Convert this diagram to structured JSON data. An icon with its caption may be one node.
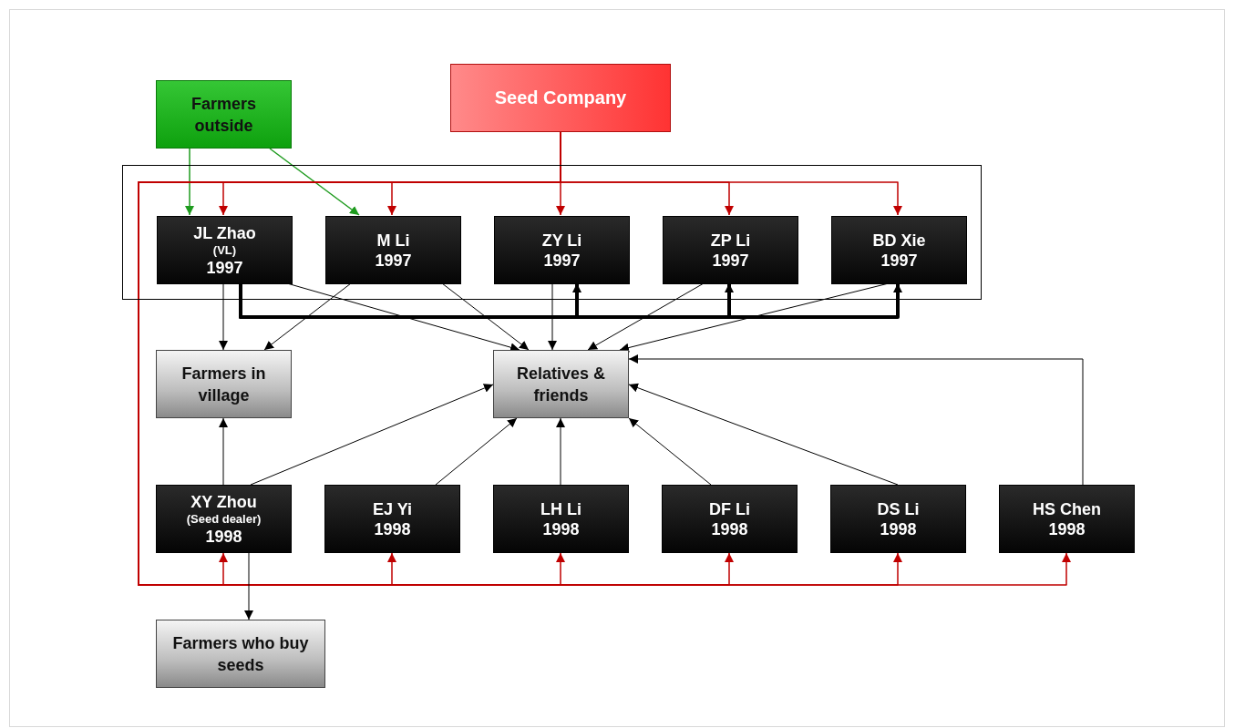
{
  "diagram": {
    "nodes": [
      {
        "text": [
          "Farmers outside"
        ]
      },
      {
        "text": [
          "Seed Company"
        ]
      },
      {
        "text": [],
        "shape": "box"
      },
      {
        "text": [
          "JL Zhao",
          "(VL)",
          "1997"
        ],
        "in": 2
      },
      {
        "text": [
          "M Li",
          "1997"
        ],
        "in": 2
      },
      {
        "text": [
          "ZY Li",
          "1997"
        ],
        "in": 2
      },
      {
        "text": [
          "ZP Li",
          "1997"
        ],
        "in": 2
      },
      {
        "text": [
          "BD Xie",
          "1997"
        ],
        "in": 2
      },
      {
        "text": [
          "Farmers in village"
        ]
      },
      {
        "text": [
          "Relatives & friends"
        ]
      },
      {
        "text": [
          "XY Zhou",
          "(Seed dealer)",
          "1998"
        ]
      },
      {
        "text": [
          "EJ Yi",
          "1998"
        ]
      },
      {
        "text": [
          "LH Li",
          "1998"
        ]
      },
      {
        "text": [
          "DF Li",
          "1998"
        ]
      },
      {
        "text": [
          "DS Li",
          "1998"
        ]
      },
      {
        "text": [
          "HS Chen",
          "1998"
        ]
      },
      {
        "text": [
          "Farmers who buy seeds"
        ]
      }
    ],
    "edges": [
      {
        "from": 0,
        "to": 3,
        "arrow": "to",
        "color": "#1e9b1e"
      },
      {
        "from": 0,
        "to": 4,
        "arrow": "to",
        "color": "#1e9b1e"
      },
      {
        "from": 1,
        "to": 3,
        "arrow": "to",
        "color": "#c00000"
      },
      {
        "from": 1,
        "to": 4,
        "arrow": "to",
        "color": "#c00000"
      },
      {
        "from": 1,
        "to": 5,
        "arrow": "to",
        "color": "#c00000"
      },
      {
        "from": 1,
        "to": 6,
        "arrow": "to",
        "color": "#c00000"
      },
      {
        "from": 1,
        "to": 7,
        "arrow": "to",
        "color": "#c00000"
      },
      {
        "from": 1,
        "to": 10,
        "arrow": "to",
        "color": "#c00000"
      },
      {
        "from": 1,
        "to": 11,
        "arrow": "to",
        "color": "#c00000"
      },
      {
        "from": 1,
        "to": 12,
        "arrow": "to",
        "color": "#c00000"
      },
      {
        "from": 1,
        "to": 13,
        "arrow": "to",
        "color": "#c00000"
      },
      {
        "from": 1,
        "to": 14,
        "arrow": "to",
        "color": "#c00000"
      },
      {
        "from": 1,
        "to": 15,
        "arrow": "to",
        "color": "#c00000"
      },
      {
        "from": 3,
        "to": 5,
        "arrow": "to",
        "style": "thick"
      },
      {
        "from": 3,
        "to": 6,
        "arrow": "to",
        "style": "thick"
      },
      {
        "from": 3,
        "to": 7,
        "arrow": "to",
        "style": "thick"
      },
      {
        "from": 3,
        "to": 8,
        "arrow": "to"
      },
      {
        "from": 3,
        "to": 9,
        "arrow": "to"
      },
      {
        "from": 4,
        "to": 8,
        "arrow": "to"
      },
      {
        "from": 4,
        "to": 9,
        "arrow": "to"
      },
      {
        "from": 5,
        "to": 9,
        "arrow": "to"
      },
      {
        "from": 6,
        "to": 9,
        "arrow": "to"
      },
      {
        "from": 7,
        "to": 9,
        "arrow": "to"
      },
      {
        "from": 10,
        "to": 8,
        "arrow": "to"
      },
      {
        "from": 10,
        "to": 9,
        "arrow": "to"
      },
      {
        "from": 11,
        "to": 9,
        "arrow": "to"
      },
      {
        "from": 12,
        "to": 9,
        "arrow": "to"
      },
      {
        "from": 13,
        "to": 9,
        "arrow": "to"
      },
      {
        "from": 14,
        "to": 9,
        "arrow": "to"
      },
      {
        "from": 15,
        "to": 9,
        "arrow": "to"
      },
      {
        "from": 10,
        "to": 16,
        "arrow": "to"
      }
    ]
  }
}
